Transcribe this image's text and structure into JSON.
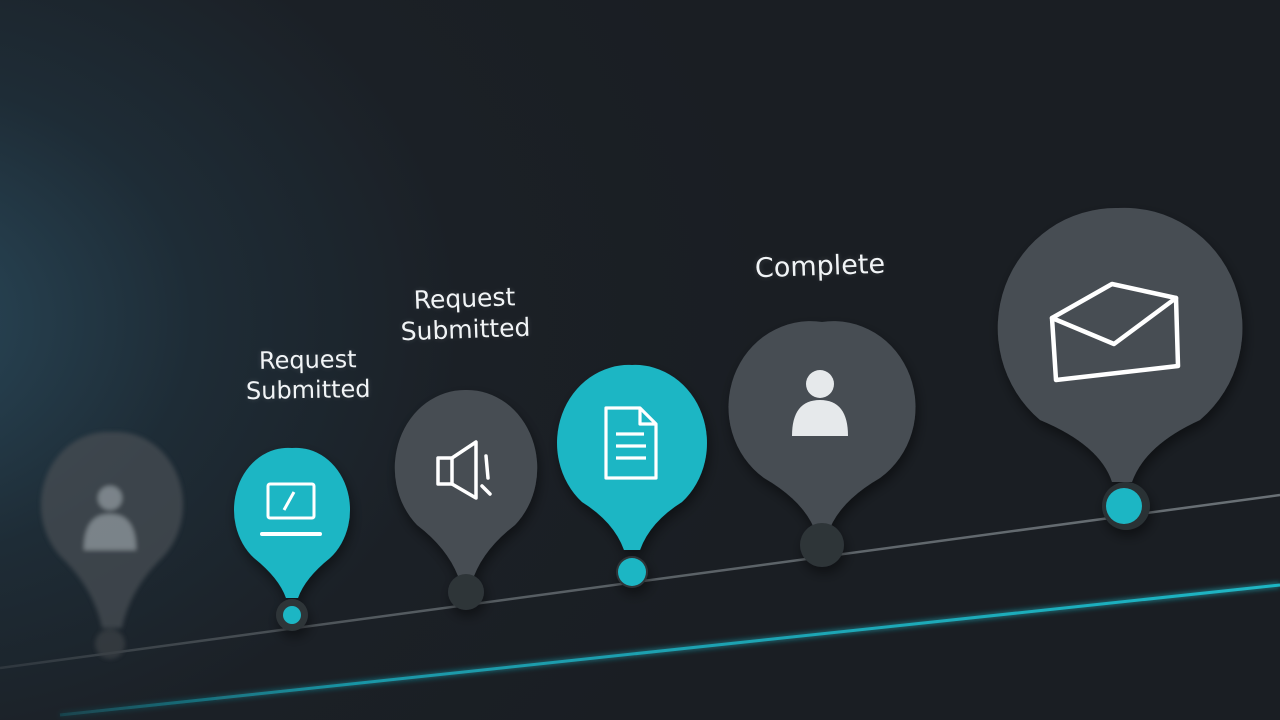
{
  "colors": {
    "accent": "#1fb6c4",
    "inactive": "#474d53",
    "track": "#5a6166",
    "accent_line": "#1a9fb0"
  },
  "steps": [
    {
      "id": "step-1",
      "icon": "user-icon",
      "state": "inactive",
      "label": []
    },
    {
      "id": "step-2",
      "icon": "laptop-icon",
      "state": "active",
      "label": [
        "Request",
        "Submitted"
      ]
    },
    {
      "id": "step-3",
      "icon": "megaphone-icon",
      "state": "inactive",
      "label": [
        "Request",
        "Submitted"
      ]
    },
    {
      "id": "step-4",
      "icon": "document-icon",
      "state": "active",
      "label": []
    },
    {
      "id": "step-5",
      "icon": "user-icon",
      "state": "inactive",
      "label": [
        "Complete"
      ]
    },
    {
      "id": "step-6",
      "icon": "envelope-icon",
      "state": "inactive",
      "label": []
    }
  ]
}
